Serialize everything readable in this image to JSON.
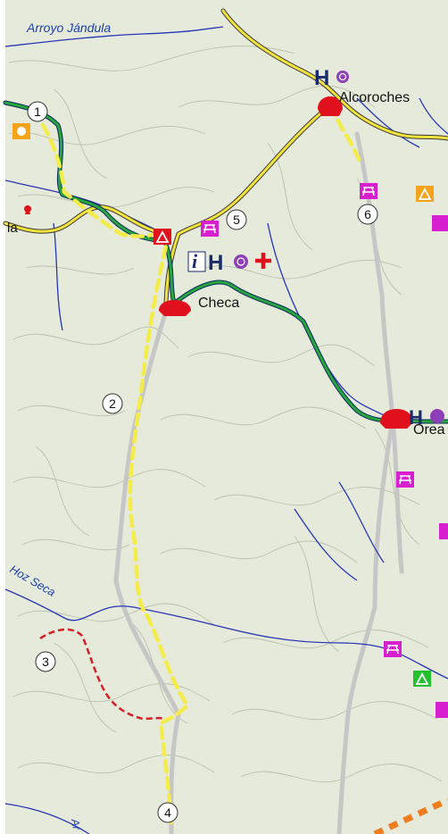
{
  "colors": {
    "land": "#e6eadb",
    "contour": "#b8bfab",
    "river": "#2637b4",
    "road_yellow": "#f2e33c",
    "road_edge": "#3a3a3a",
    "route_green": "#178a2e",
    "route_dash_yellow": "#f4ec4a",
    "track_grey": "#c9c9c9",
    "route_red": "#d61f26",
    "town_red": "#e0111c",
    "poi_magenta": "#d81fd0",
    "poi_orange": "#f5a31a",
    "poi_green": "#23c12e",
    "hotel_navy": "#1b2a6b",
    "restaurant_purple": "#8e3fb8",
    "health_red": "#e0111c",
    "border_orange": "#ef7d1d"
  },
  "places": {
    "alcoroches": "Alcoroches",
    "checa": "Checa",
    "orea": "Orea",
    "left_partial": "la"
  },
  "rivers": {
    "top": "Arroyo Jándula",
    "left": "Hoz Seca",
    "bottom": "Ar"
  },
  "route_markers": {
    "m1": "1",
    "m2": "2",
    "m3": "3",
    "m4": "4",
    "m5": "5",
    "m6": "6"
  },
  "services": {
    "info": "i",
    "hotel": "H"
  },
  "icons": {
    "camping": "campsite-triangle-icon",
    "picnic": "picnic-table-icon",
    "sun": "sun-viewpoint-icon",
    "hotel": "hotel-icon",
    "restaurant": "restaurant-icon",
    "health": "health-cross-icon",
    "info": "information-icon",
    "town": "town-marker-icon"
  }
}
